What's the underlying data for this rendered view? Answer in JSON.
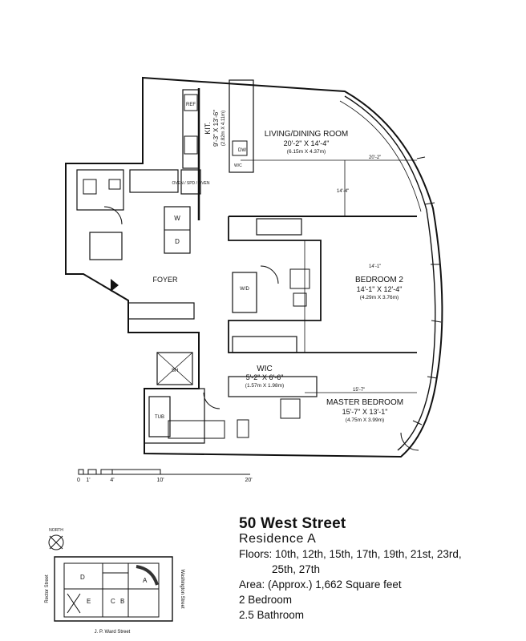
{
  "plan": {
    "rooms": {
      "living": {
        "name": "LIVING/DINING ROOM",
        "dims": "20'-2\" X 14'-4\"",
        "metric": "(6.15m X 4.37m)"
      },
      "bedroom2": {
        "name": "BEDROOM 2",
        "dims": "14'-1\" X 12'-4\"",
        "metric": "(4.29m X 3.76m)"
      },
      "wic": {
        "name": "WIC",
        "dims": "5'-2\" X 6'-6\"",
        "metric": "(1.57m X 1.98m)"
      },
      "master": {
        "name": "MASTER BEDROOM",
        "dims": "15'-7\" X 13'-1\"",
        "metric": "(4.75m X 3.99m)"
      },
      "kitchen": {
        "name": "KIT.",
        "dims": "9'-3\" X 13'-6\"",
        "metric": "(2.82m X 4.11m)"
      },
      "foyer": {
        "name": "FOYER"
      }
    },
    "fixtures": {
      "ref": "REF",
      "oven": "OVEN / SPD / OVEN",
      "dw": "DW",
      "wc": "W/C",
      "washer": "W",
      "dryer": "D",
      "tub": "TUB",
      "sh": "SH",
      "w_d": "W/D"
    },
    "dims_callouts": [
      "20'-2\"",
      "14'-4\"",
      "14'-1\"",
      "15'-7\""
    ],
    "scale": {
      "ticks": [
        "0",
        "1'",
        "4'",
        "10'",
        "20'"
      ]
    }
  },
  "info": {
    "title": "50 West Street",
    "residence": "Residence  A",
    "floors_line1": "Floors: 10th, 12th, 15th, 17th, 19th, 21st, 23rd,",
    "floors_line2": "25th, 27th",
    "area": "Area: (Approx.) 1,662 Square feet",
    "bedrooms": "2 Bedroom",
    "bathrooms": "2.5 Bathroom"
  },
  "keyplan": {
    "north": "NORTH",
    "units": [
      "D",
      "E",
      "A",
      "C",
      "B"
    ],
    "streets": {
      "left": "Rector Street",
      "right": "Washington Street",
      "bottom": "J. P. Ward Street"
    }
  }
}
